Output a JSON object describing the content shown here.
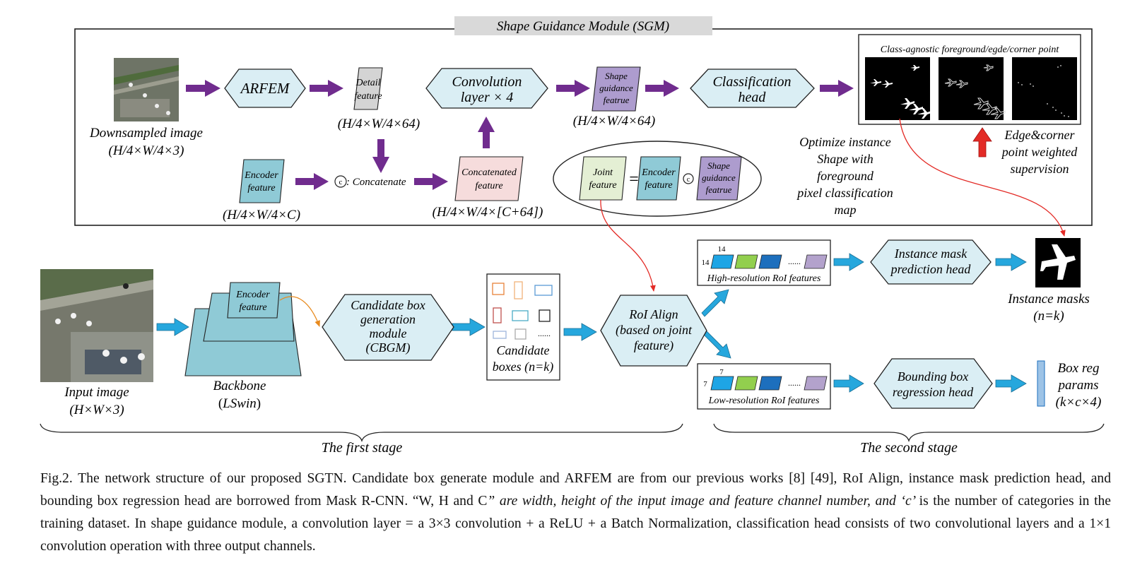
{
  "sgm": {
    "title": "Shape Guidance Module (SGM)"
  },
  "nodes": {
    "arfem": "ARFEM",
    "detail_feature": [
      "Detail",
      "feature"
    ],
    "detail_dims": "(H/4×W/4×64)",
    "convolution": [
      "Convolution",
      "layer × 4"
    ],
    "shape_guidance": [
      "Shape",
      "guidance",
      "featrue"
    ],
    "shape_dims": "(H/4×W/4×64)",
    "classification_head": [
      "Classification",
      "head"
    ],
    "downsampled_image": "Downsampled image",
    "downsampled_dims": "(H/4×W/4×3)",
    "encoder_feature": [
      "Encoder",
      "feature"
    ],
    "encoder_dims": "(H/4×W/4×C)",
    "concatenate_symbol": "c",
    "concatenate_label": ": Concatenate",
    "concatenated_feature": [
      "Concatenated",
      "feature"
    ],
    "concatenated_dims": "(H/4×W/4×[C+64])",
    "joint_feature": [
      "Joint",
      "feature"
    ],
    "equals": "=",
    "class_agnostic_title": "Class-agnostic foreground/egde/corner point",
    "optimize_text": [
      "Optimize instance",
      "Shape with",
      "foreground",
      "pixel classification",
      "map"
    ],
    "edge_corner_text": [
      "Edge&corner",
      "point weighted",
      "supervision"
    ],
    "input_image": "Input image",
    "input_dims": "(H×W×3)",
    "backbone_encoder": [
      "Encoder",
      "feature"
    ],
    "backbone": "Backbone",
    "backbone_name": "LSwin",
    "cbgm": [
      "Candidate box",
      "generation",
      "module",
      "(CBGM)"
    ],
    "candidate_boxes": [
      "Candidate",
      "boxes (n=k)"
    ],
    "candidate_dots": "......",
    "roi_align": [
      "RoI Align",
      "(based on joint",
      "feature)"
    ],
    "high_res_size": "14",
    "high_res_label": "High-resolution RoI features",
    "low_res_size": "7",
    "low_res_label": "Low-resolution RoI features",
    "feature_dots": "......",
    "mask_head": [
      "Instance mask",
      "prediction head"
    ],
    "bbox_head": [
      "Bounding box",
      "regression  head"
    ],
    "instance_masks": "Instance masks",
    "instance_masks_count": "(n=k)",
    "box_reg": [
      "Box reg",
      "params",
      "(k×c×4)"
    ]
  },
  "stages": {
    "first": "The first stage",
    "second": "The second stage"
  },
  "colors": {
    "hexagon_fill": "#daeef4",
    "detail_fill": "#d4d4d4",
    "shape_fill": "#ad9cce",
    "encoder_fill": "#8fcad6",
    "concat_fill": "#f6dcdc",
    "joint_fill": "#e4efd4",
    "purple_arrow": "#702c8e",
    "blue_arrow": "#26a7dd",
    "red": "#e32b26",
    "feat_cyan": "#1ea5e5",
    "feat_green": "#92cf4e",
    "feat_blue": "#1d6fbd",
    "feat_lilac": "#b3a2cc"
  },
  "caption": {
    "p1": "Fig.2. The network structure of our proposed SGTN. Candidate box generate module and ARFEM are from our previous works [8] [49], RoI Align, instance mask prediction head, and bounding box regression head are borrowed from Mask R-CNN. “W, H and C",
    "p2": "” are width, height of the input image and feature channel number, and ‘c’ ",
    "p3": " is the number of categories in the training dataset. In shape guidance module, a convolution layer = a 3×3 convolution + a ReLU + a Batch Normalization, classification head consists of two convolutional layers and a 1×1 convolution operation with three output channels."
  }
}
